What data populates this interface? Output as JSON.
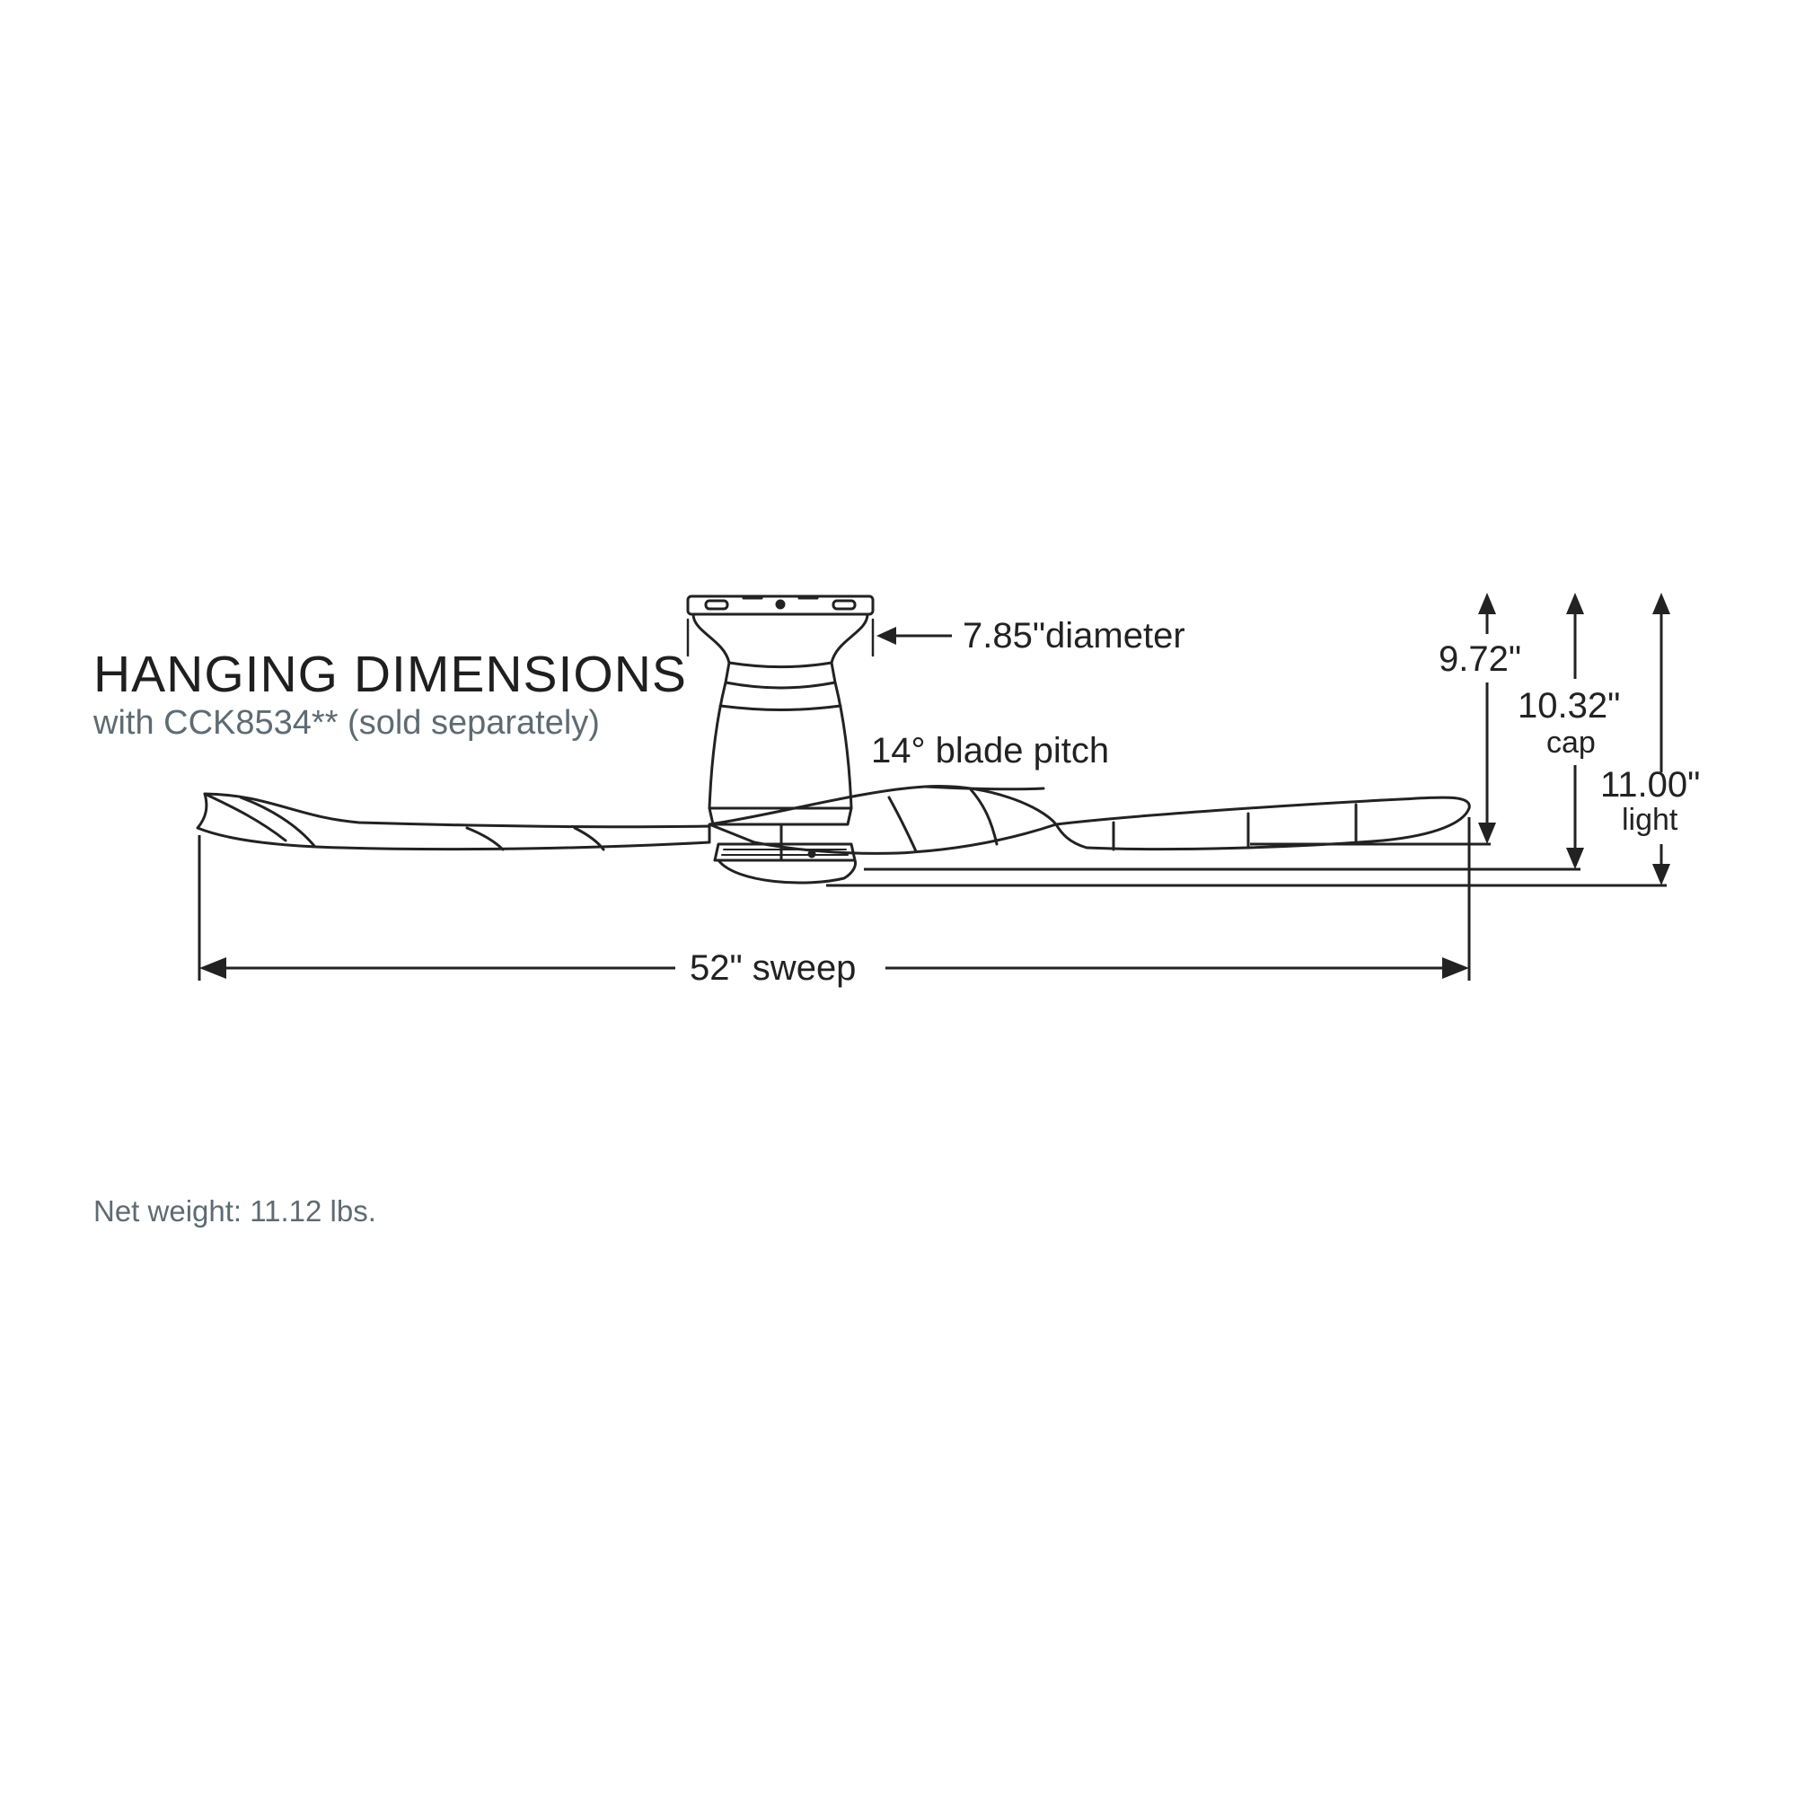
{
  "heading": {
    "title": "HANGING DIMENSIONS",
    "subtitle": "with CCK8534** (sold separately)"
  },
  "dimensions": {
    "diameter": "7.85\"diameter",
    "blade_pitch": "14° blade pitch",
    "height_a": "9.72\"",
    "height_b": "10.32\"",
    "height_b_note": "cap",
    "height_c": "11.00\"",
    "height_c_note": "light",
    "sweep": "52\" sweep"
  },
  "footer": {
    "net_weight": "Net weight: 11.12 lbs."
  }
}
